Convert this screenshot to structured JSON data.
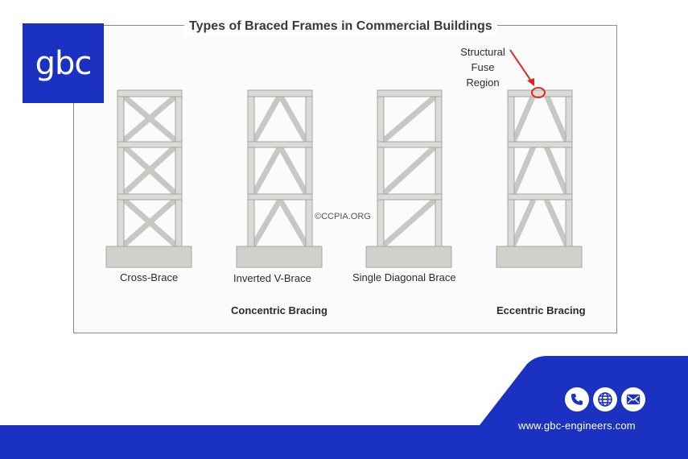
{
  "brand": {
    "logo_text": "gbc",
    "brand_color": "#1a31c2"
  },
  "diagram": {
    "title": "Types of Braced Frames in Commercial Buildings",
    "frames": [
      {
        "caption": "Cross-Brace"
      },
      {
        "caption": "Inverted V-Brace"
      },
      {
        "caption": "Single Diagonal Brace"
      },
      {
        "caption": ""
      }
    ],
    "groups": {
      "concentric": "Concentric Bracing",
      "eccentric": "Eccentric Bracing"
    },
    "annotation": {
      "line1": "Structural",
      "line2": "Fuse",
      "line3": "Region",
      "color": "#e0261c"
    },
    "watermark": "©CCPIA.ORG"
  },
  "footer": {
    "website": "www.gbc-engineers.com",
    "icons": [
      "phone-icon",
      "globe-icon",
      "mail-icon"
    ]
  }
}
